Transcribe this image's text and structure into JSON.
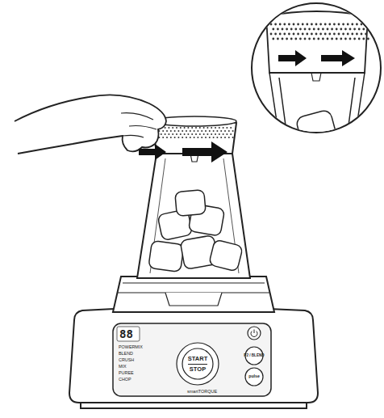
{
  "diagram": {
    "nodes": [
      {
        "text": [
          "START",
          "STOP"
        ]
      },
      {
        "text": [
          "P2 / BLEND"
        ]
      },
      {
        "text": [
          "pulse"
        ]
      }
    ],
    "labels": [
      "88",
      "POWERMIX",
      "BLEND",
      "CRUSH",
      "MIX",
      "PUREE",
      "CHOP",
      "smartTORQUE"
    ]
  }
}
